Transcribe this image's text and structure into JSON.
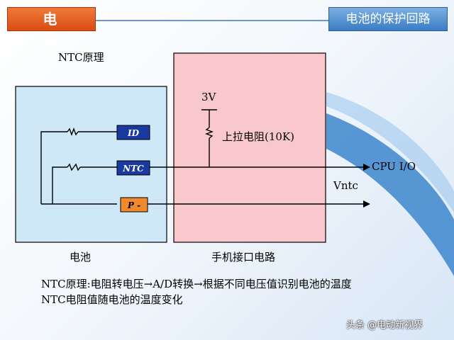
{
  "header": {
    "title_left": "电 池",
    "title_right": "电池的保护回路"
  },
  "diagram": {
    "ntc_principle_label": "NTC原理",
    "battery_label": "电池",
    "phone_interface_label": "手机接口电路",
    "voltage_label": "3V",
    "pullup_label": "上拉电阻(10K)",
    "cpu_label": "CPU I/O",
    "vntc_label": "Vntc",
    "pins": {
      "id": "ID",
      "ntc": "NTC",
      "p": "P -"
    }
  },
  "notes": {
    "line1": "NTC原理:电阻转电压→A/D转换→根据不同电压值识别电池的温度",
    "line2": "NTC电阻值随电池的温度变化"
  },
  "watermark": "头条 @电动新视界",
  "colors": {
    "battery_box": "#cfe8f7",
    "phone_box": "#f9c8cc",
    "pin_box": "#f08a2c",
    "title_orange": "#e0581e",
    "title_blue": "#4f8bd0",
    "wire_blue": "#1a3aa0"
  }
}
